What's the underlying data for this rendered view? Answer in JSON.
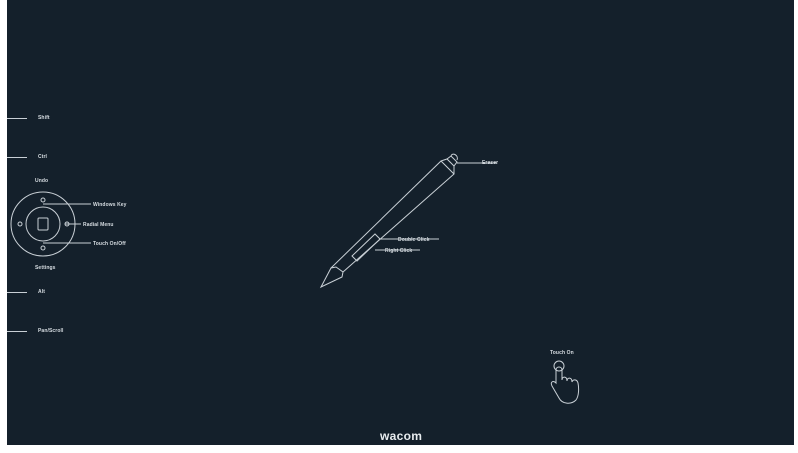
{
  "screen": {
    "brand": "wacom",
    "caption_partial": ""
  },
  "express_keys": {
    "shift": "Shift",
    "ctrl": "Ctrl",
    "undo": "Undo",
    "windows_key": "Windows Key",
    "radial_menu": "Radial Menu",
    "touch_toggle": "Touch On/Off",
    "settings": "Settings",
    "alt": "Alt",
    "pan_scroll": "Pan/Scroll"
  },
  "pen": {
    "eraser": "Eraser",
    "double_click": "Double Click",
    "right_click": "Right Click"
  },
  "touch": {
    "label": "Touch On"
  },
  "colors": {
    "background": "#14202b",
    "line": "#c9d0d6",
    "text": "#d7dde2"
  }
}
